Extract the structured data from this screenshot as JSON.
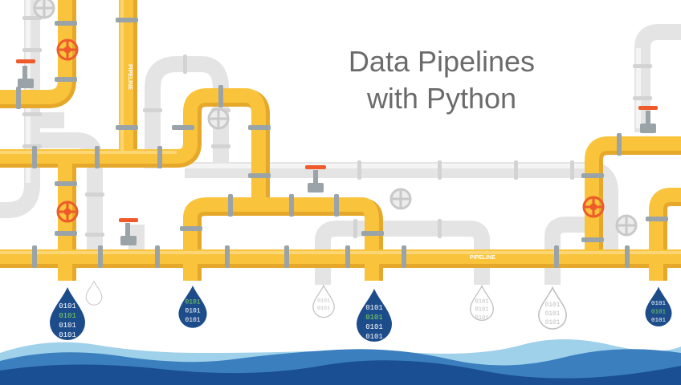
{
  "title": {
    "line1": "Data Pipelines",
    "line2": "with Python"
  },
  "pipe_labels": {
    "main": "PIPELINE",
    "vertical": "PIPELINE"
  },
  "drop_text": "0101",
  "colors": {
    "pipe_yellow": "#f9c33c",
    "pipe_shadow": "#e5a82a",
    "pipe_gray": "#e4e4e4",
    "pipe_gray_shadow": "#cfcfcf",
    "valve_orange": "#ef5a2a",
    "water_light": "#9fd1ea",
    "water_mid": "#3b7fbf",
    "water_dark": "#1a4f93",
    "drop_blue": "#1d4c8a",
    "title_gray": "#6b6b6b"
  }
}
